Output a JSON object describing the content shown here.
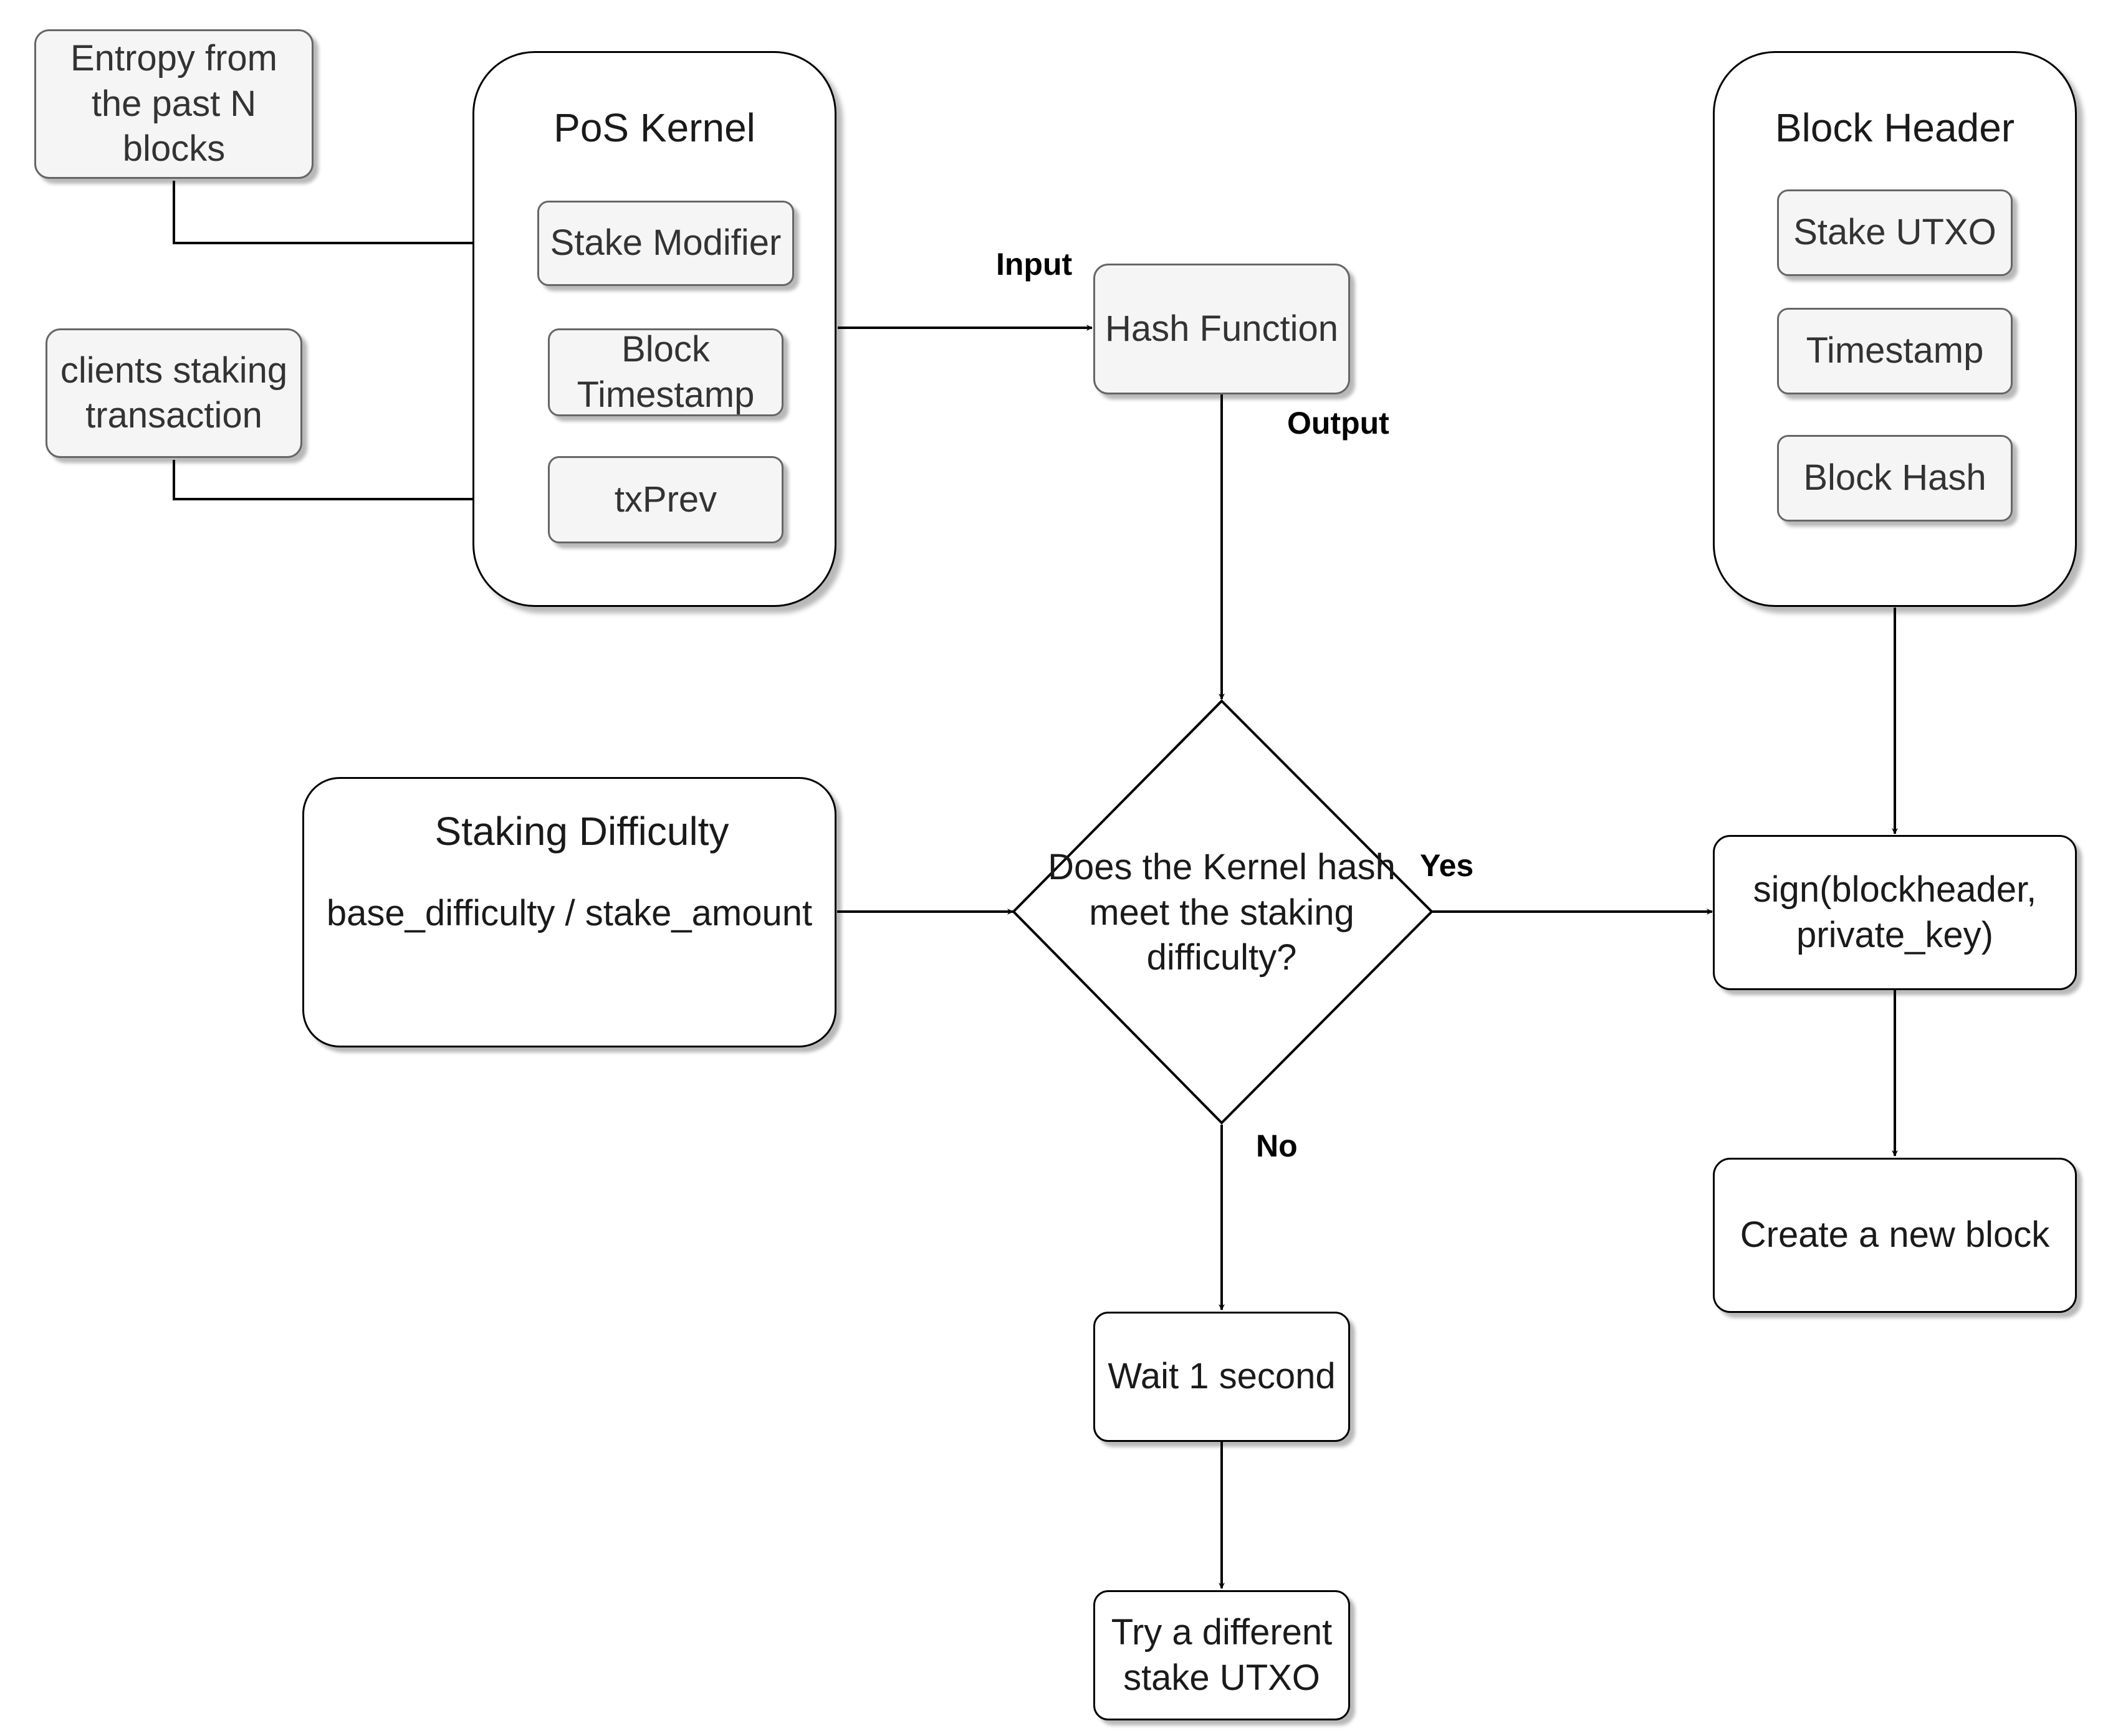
{
  "nodes": {
    "entropy": "Entropy from the past N blocks",
    "clients_staking": "clients staking transaction",
    "pos_kernel_title": "PoS Kernel",
    "stake_modifier": "Stake Modifier",
    "block_timestamp": "Block Timestamp",
    "txprev": "txPrev",
    "hash_function": "Hash Function",
    "block_header_title": "Block Header",
    "stake_utxo": "Stake UTXO",
    "timestamp": "Timestamp",
    "block_hash": "Block Hash",
    "staking_difficulty_title": "Staking Difficulty",
    "staking_formula": "base_difficulty / stake_amount",
    "decision": "Does the Kernel hash meet the staking difficulty?",
    "sign": "sign(blockheader, private_key)",
    "create_block": "Create a new block",
    "wait": "Wait 1 second",
    "try_different": "Try a different stake UTXO"
  },
  "edge_labels": {
    "input": "Input",
    "output": "Output",
    "yes": "Yes",
    "no": "No"
  },
  "colors": {
    "sub_box_fill": "#f5f5f5",
    "sub_box_border": "#666666",
    "line": "#000000"
  }
}
